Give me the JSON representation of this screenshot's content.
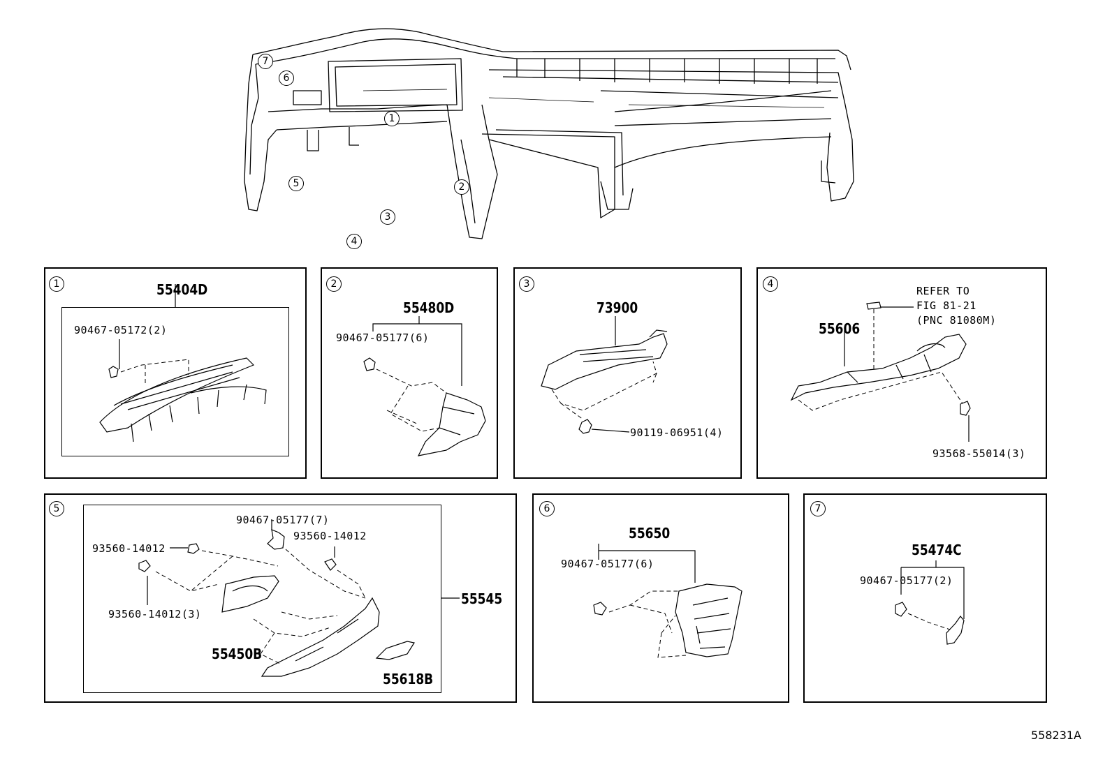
{
  "diagram": {
    "reference": "558231A",
    "overview_callouts": [
      "1",
      "2",
      "3",
      "4",
      "5",
      "6",
      "7"
    ],
    "panels": [
      {
        "id": "1",
        "parts": [
          {
            "pnc": "55404D"
          },
          {
            "pnc": "90467-05172(2)"
          }
        ]
      },
      {
        "id": "2",
        "parts": [
          {
            "pnc": "55480D"
          },
          {
            "pnc": "90467-05177(6)"
          }
        ]
      },
      {
        "id": "3",
        "parts": [
          {
            "pnc": "73900"
          },
          {
            "pnc": "90119-06951(4)"
          }
        ]
      },
      {
        "id": "4",
        "parts": [
          {
            "pnc": "55606"
          },
          {
            "pnc": "93568-55014(3)"
          }
        ],
        "note": [
          "REFER TO",
          "FIG 81-21",
          "(PNC 81080M)"
        ]
      },
      {
        "id": "5",
        "parts": [
          {
            "pnc": "55545"
          },
          {
            "pnc": "90467-05177(7)"
          },
          {
            "pnc": "93560-14012"
          },
          {
            "pnc": "93560-14012"
          },
          {
            "pnc": "93560-14012(3)"
          },
          {
            "pnc": "55450B"
          },
          {
            "pnc": "55618B"
          }
        ]
      },
      {
        "id": "6",
        "parts": [
          {
            "pnc": "55650"
          },
          {
            "pnc": "90467-05177(6)"
          }
        ]
      },
      {
        "id": "7",
        "parts": [
          {
            "pnc": "55474C"
          },
          {
            "pnc": "90467-05177(2)"
          }
        ]
      }
    ]
  }
}
